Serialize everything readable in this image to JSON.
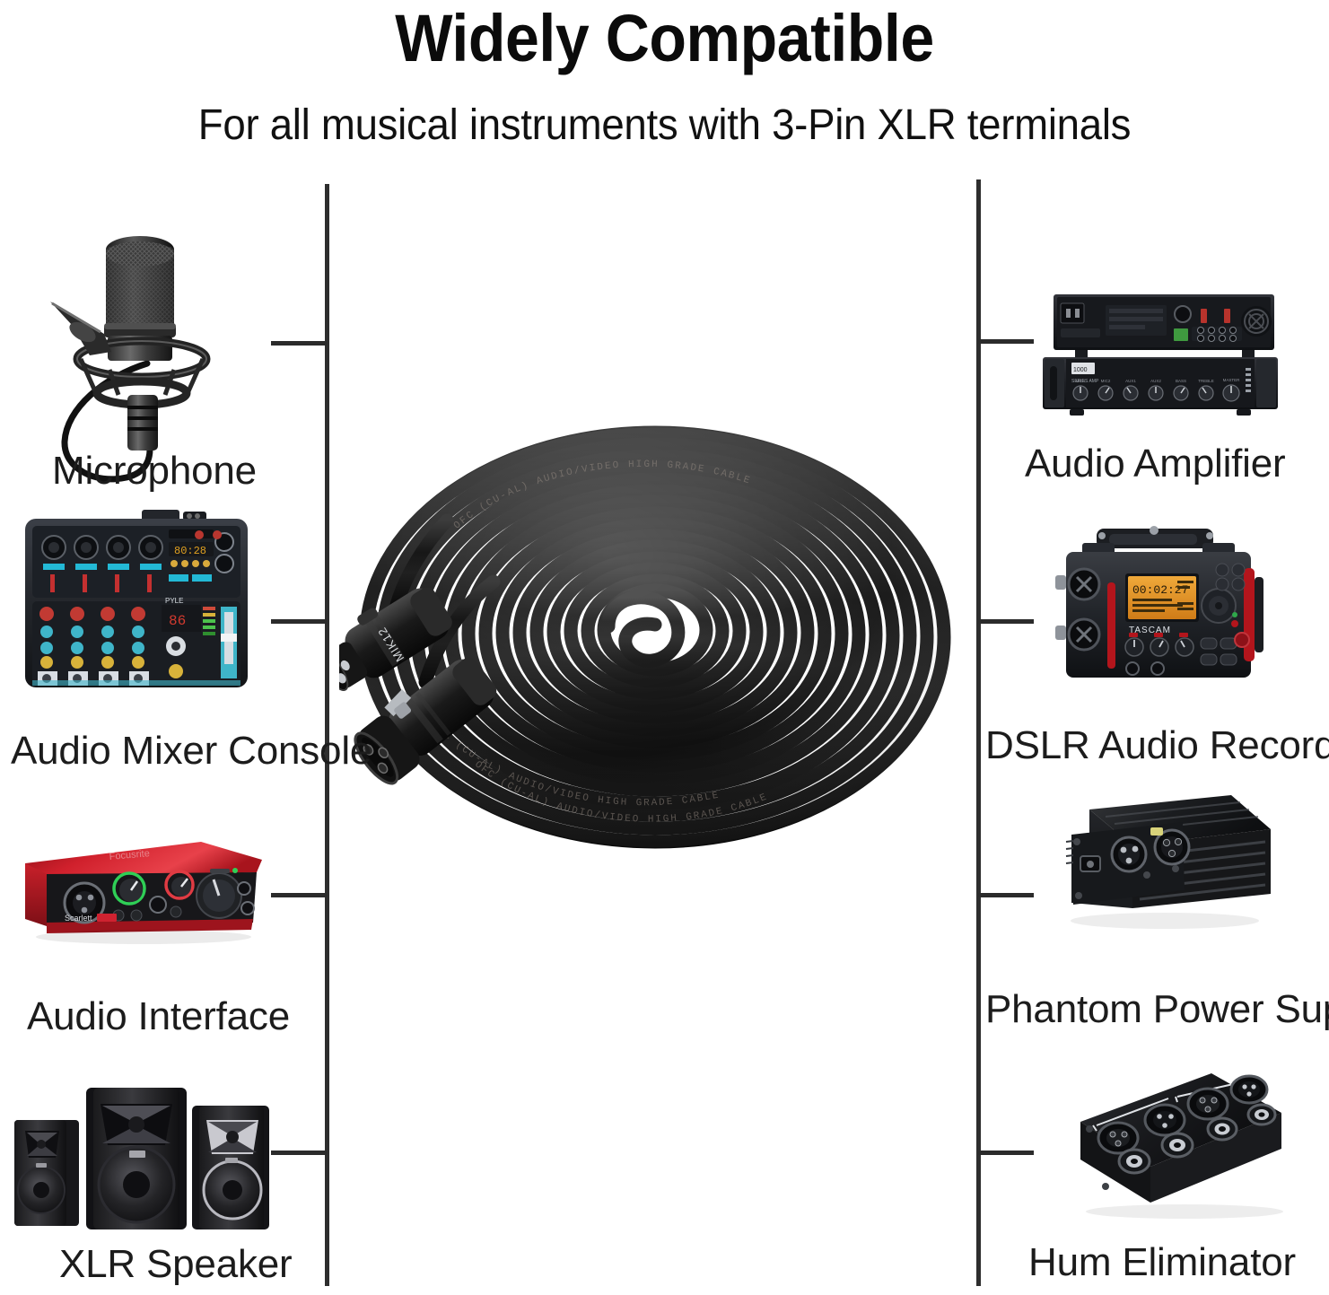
{
  "header": {
    "title": "Widely Compatible",
    "subtitle": "For all musical instruments with 3-Pin XLR terminals"
  },
  "left_column": [
    {
      "key": "microphone",
      "label": "Microphone",
      "icon": "condenser-microphone-icon"
    },
    {
      "key": "mixer",
      "label": "Audio Mixer Console",
      "icon": "audio-mixer-icon"
    },
    {
      "key": "interface",
      "label": "Audio Interface",
      "icon": "audio-interface-icon"
    },
    {
      "key": "speaker",
      "label": "XLR Speaker",
      "icon": "studio-speaker-icon"
    }
  ],
  "right_column": [
    {
      "key": "amplifier",
      "label": "Audio Amplifier",
      "icon": "rack-amplifier-icon"
    },
    {
      "key": "recorder",
      "label": "DSLR Audio Recorder",
      "icon": "field-recorder-icon"
    },
    {
      "key": "phantom",
      "label": "Phantom Power Supply",
      "icon": "phantom-power-icon"
    },
    {
      "key": "hum",
      "label": "Hum Eliminator",
      "icon": "hum-eliminator-box-icon"
    }
  ],
  "center": {
    "product": "xlr-cable-coil",
    "cable_print": "OFC (CU-AL) AUDIO/VIDEO  HIGH  GRADE  CABLE",
    "male_connector_brand": "MIK12",
    "male_connector_name": "xlr-male-connector",
    "female_connector_name": "xlr-female-connector"
  },
  "devices": {
    "recorder_brand": "TASCAM",
    "recorder_display": "00:02:27",
    "interface_brand": "Focusrite",
    "interface_model": "Scarlett"
  },
  "colors": {
    "background": "#ffffff",
    "text": "#1c1c1c",
    "rail": "#2e2e2e",
    "cable_black": "#1b1b1b",
    "interface_red": "#c8202a",
    "recorder_display_orange": "#e08a1e",
    "accent_red": "#b4121c"
  }
}
